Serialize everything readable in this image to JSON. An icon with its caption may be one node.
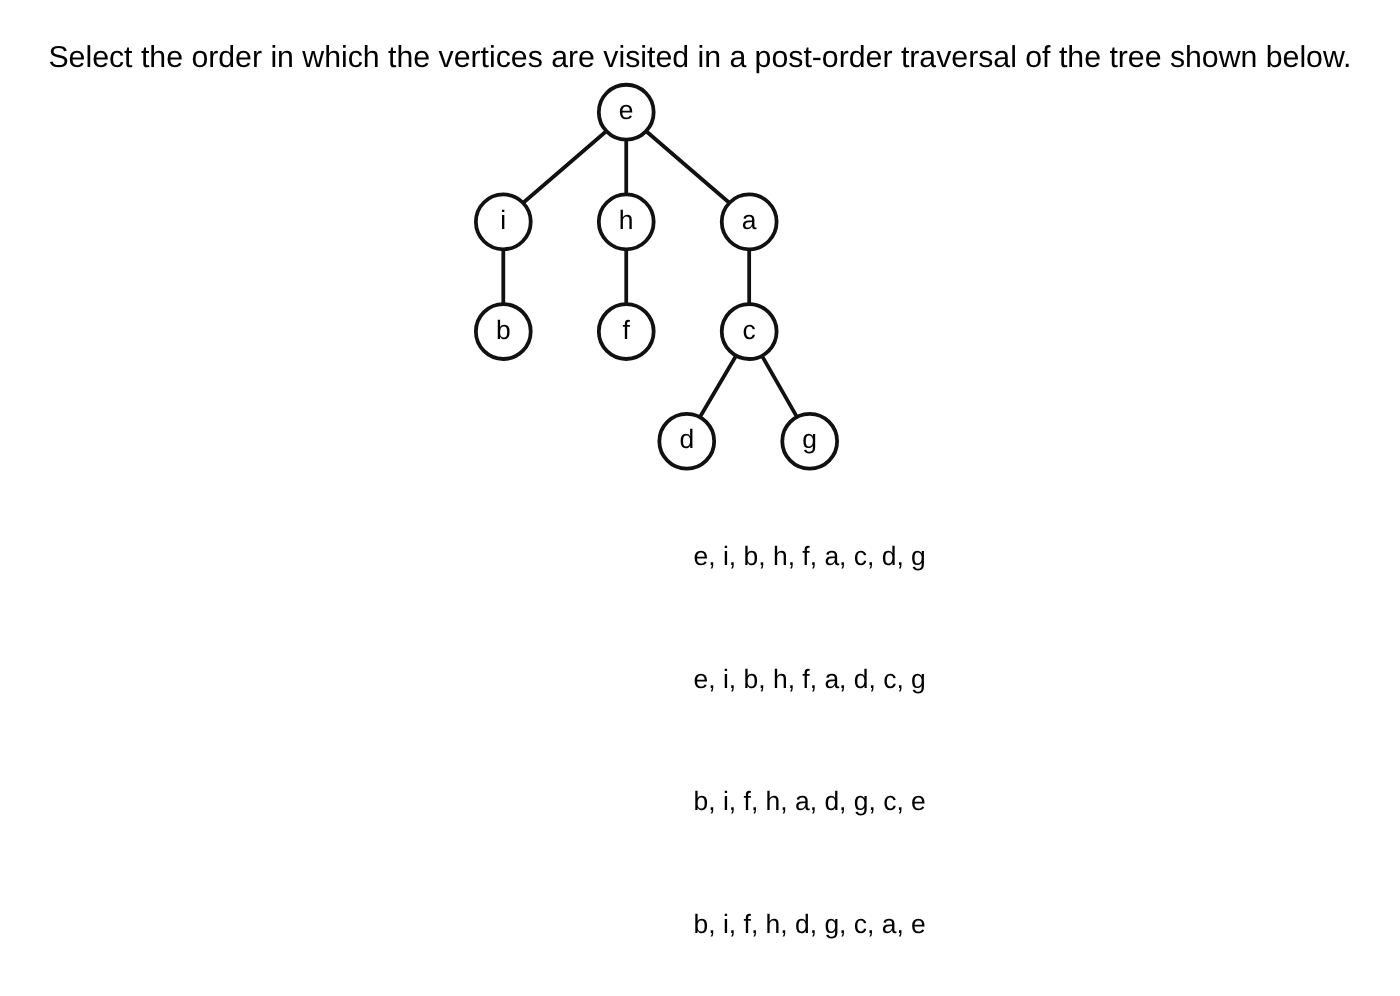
{
  "diagram": {
    "title": "Select the order in which the vertices are visited in a post-order traversal of the tree shown below.",
    "nodes": [
      {
        "text": [
          "e"
        ]
      },
      {
        "text": [
          "i"
        ]
      },
      {
        "text": [
          "h"
        ]
      },
      {
        "text": [
          "a"
        ]
      },
      {
        "text": [
          "b"
        ]
      },
      {
        "text": [
          "f"
        ]
      },
      {
        "text": [
          "c"
        ]
      },
      {
        "text": [
          "d"
        ]
      },
      {
        "text": [
          "g"
        ]
      }
    ],
    "edges": [
      {
        "from": 0,
        "to": 1,
        "arrow": "none"
      },
      {
        "from": 0,
        "to": 2,
        "arrow": "none"
      },
      {
        "from": 0,
        "to": 3,
        "arrow": "none"
      },
      {
        "from": 1,
        "to": 4,
        "arrow": "none"
      },
      {
        "from": 2,
        "to": 5,
        "arrow": "none"
      },
      {
        "from": 3,
        "to": 6,
        "arrow": "none"
      },
      {
        "from": 6,
        "to": 7,
        "arrow": "none"
      },
      {
        "from": 6,
        "to": 8,
        "arrow": "none"
      }
    ],
    "labels": [
      "e, i, b, h, f, a, c, d, g",
      "e, i, b, h, f, a, d, c, g",
      "b, i, f, h, a, d, g, c, e",
      "b, i, f, h, d, g, c, a, e"
    ]
  }
}
